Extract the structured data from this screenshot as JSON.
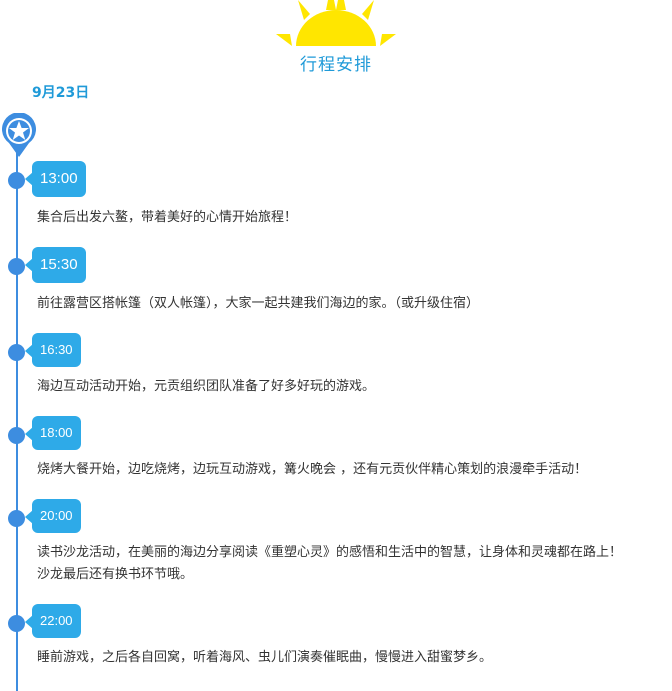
{
  "header": {
    "title": "行程安排",
    "date": "9月23日"
  },
  "colors": {
    "accent": "#2eaae8",
    "timeline": "#3d8de0",
    "sun": "#ffe600",
    "text": "#333333"
  },
  "events": [
    {
      "time": "13:00",
      "lines": [
        "集合后出发六鳌，带着美好的心情开始旅程！"
      ]
    },
    {
      "time": "15:30",
      "lines": [
        "前往露营区搭帐篷（双人帐篷），大家一起共建我们海边的家。（或升级住宿）"
      ]
    },
    {
      "time": "16:30",
      "lines": [
        "海边互动活动开始，元贡组织团队准备了好多好玩的游戏。"
      ]
    },
    {
      "time": "18:00",
      "lines": [
        "烧烤大餐开始，边吃烧烤，边玩互动游戏，篝火晚会 ，还有元贡伙伴精心策划的浪漫牵手活动！"
      ]
    },
    {
      "time": "20:00",
      "lines": [
        "读书沙龙活动，在美丽的海边分享阅读《重塑心灵》的感悟和生活中的智慧，让身体和灵魂都在路上！",
        "沙龙最后还有换书环节哦。"
      ]
    },
    {
      "time": "22:00",
      "lines": [
        "睡前游戏，之后各自回窝，听着海风、虫儿们演奏催眠曲，慢慢进入甜蜜梦乡。"
      ]
    }
  ]
}
